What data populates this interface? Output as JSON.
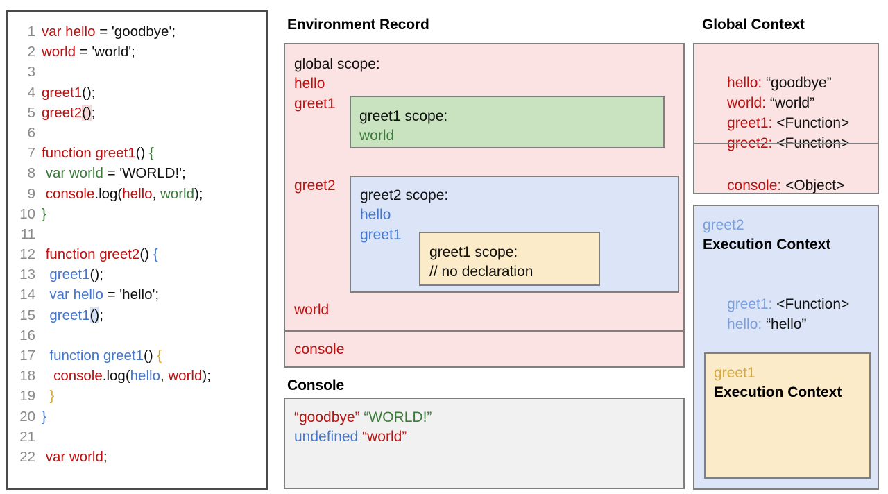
{
  "code_panel": {
    "lines": [
      {
        "n": "1",
        "tokens": [
          {
            "t": "var hello",
            "c": "red"
          },
          {
            "t": " = ",
            "c": "black"
          },
          {
            "t": "'goodbye';",
            "c": "black"
          }
        ]
      },
      {
        "n": "2",
        "tokens": [
          {
            "t": "world",
            "c": "red"
          },
          {
            "t": " = 'world';",
            "c": "black"
          }
        ]
      },
      {
        "n": "3",
        "tokens": []
      },
      {
        "n": "4",
        "tokens": [
          {
            "t": "greet1",
            "c": "red"
          },
          {
            "t": "();",
            "c": "black"
          }
        ]
      },
      {
        "n": "5",
        "tokens": [
          {
            "t": "greet2",
            "c": "red"
          },
          {
            "t": "()",
            "c": "black",
            "hl": "red"
          },
          {
            "t": ";",
            "c": "black"
          }
        ]
      },
      {
        "n": "6",
        "tokens": []
      },
      {
        "n": "7",
        "tokens": [
          {
            "t": "function greet1",
            "c": "red"
          },
          {
            "t": "() ",
            "c": "black"
          },
          {
            "t": "{",
            "c": "green"
          }
        ]
      },
      {
        "n": "8",
        "tokens": [
          {
            "t": " ",
            "c": "black"
          },
          {
            "t": "var world",
            "c": "green"
          },
          {
            "t": " = 'WORLD!';",
            "c": "black"
          }
        ]
      },
      {
        "n": "9",
        "tokens": [
          {
            "t": " ",
            "c": "black"
          },
          {
            "t": "console",
            "c": "red"
          },
          {
            "t": ".log(",
            "c": "black"
          },
          {
            "t": "hello",
            "c": "red"
          },
          {
            "t": ", ",
            "c": "black"
          },
          {
            "t": "world",
            "c": "green"
          },
          {
            "t": ");",
            "c": "black"
          }
        ]
      },
      {
        "n": "10",
        "tokens": [
          {
            "t": "}",
            "c": "green"
          }
        ]
      },
      {
        "n": "11",
        "tokens": []
      },
      {
        "n": "12",
        "tokens": [
          {
            "t": " ",
            "c": "black"
          },
          {
            "t": "function greet2",
            "c": "red"
          },
          {
            "t": "() ",
            "c": "black"
          },
          {
            "t": "{",
            "c": "blue"
          }
        ]
      },
      {
        "n": "13",
        "tokens": [
          {
            "t": "  ",
            "c": "black"
          },
          {
            "t": "greet1",
            "c": "blue"
          },
          {
            "t": "();",
            "c": "black"
          }
        ]
      },
      {
        "n": "14",
        "tokens": [
          {
            "t": "  ",
            "c": "black"
          },
          {
            "t": "var hello",
            "c": "blue"
          },
          {
            "t": " = 'hello';",
            "c": "black"
          }
        ]
      },
      {
        "n": "15",
        "tokens": [
          {
            "t": "  ",
            "c": "black"
          },
          {
            "t": "greet1",
            "c": "blue"
          },
          {
            "t": "()",
            "c": "black",
            "hl": "blue"
          },
          {
            "t": ";",
            "c": "black"
          }
        ]
      },
      {
        "n": "16",
        "tokens": []
      },
      {
        "n": "17",
        "tokens": [
          {
            "t": "  ",
            "c": "black"
          },
          {
            "t": "function greet1",
            "c": "blue"
          },
          {
            "t": "() ",
            "c": "black"
          },
          {
            "t": "{",
            "c": "gold"
          }
        ]
      },
      {
        "n": "18",
        "tokens": [
          {
            "t": "   ",
            "c": "black"
          },
          {
            "t": "console",
            "c": "red"
          },
          {
            "t": ".log(",
            "c": "black"
          },
          {
            "t": "hello",
            "c": "blue"
          },
          {
            "t": ", ",
            "c": "black"
          },
          {
            "t": "world",
            "c": "red"
          },
          {
            "t": ");",
            "c": "black"
          }
        ]
      },
      {
        "n": "19",
        "tokens": [
          {
            "t": "  ",
            "c": "black"
          },
          {
            "t": "}",
            "c": "gold"
          }
        ]
      },
      {
        "n": "20",
        "tokens": [
          {
            "t": "}",
            "c": "blue"
          }
        ]
      },
      {
        "n": "21",
        "tokens": []
      },
      {
        "n": "22",
        "tokens": [
          {
            "t": " ",
            "c": "black"
          },
          {
            "t": "var world",
            "c": "red"
          },
          {
            "t": ";",
            "c": "black"
          }
        ]
      }
    ]
  },
  "environment_record": {
    "title": "Environment Record",
    "global_scope_label": "global scope:",
    "global_bindings": [
      "hello",
      "greet1",
      "greet2",
      "world"
    ],
    "console_binding": "console",
    "greet1_scope": {
      "label": "greet1 scope:",
      "bindings": [
        "world"
      ]
    },
    "greet2_scope": {
      "label": "greet2 scope:",
      "bindings": [
        "hello",
        "greet1"
      ],
      "greet1_scope": {
        "label": "greet1 scope:",
        "note": "// no declaration"
      }
    }
  },
  "console_panel": {
    "title": "Console",
    "lines": [
      [
        {
          "t": "“goodbye”",
          "c": "red"
        },
        {
          "t": " ",
          "c": "black"
        },
        {
          "t": "“WORLD!”",
          "c": "green"
        }
      ],
      [
        {
          "t": "undefined",
          "c": "blue"
        },
        {
          "t": " ",
          "c": "black"
        },
        {
          "t": "“world”",
          "c": "red"
        }
      ]
    ]
  },
  "global_context": {
    "title": "Global Context",
    "rows": [
      {
        "key": "hello: ",
        "value": "“goodbye”"
      },
      {
        "key": "world: ",
        "value": "“world”"
      },
      {
        "key": "greet1: ",
        "value": "<Function>"
      },
      {
        "key": "greet2: ",
        "value": "<Function>"
      }
    ],
    "console_row": {
      "key": "console: ",
      "value": "<Object>"
    }
  },
  "greet2_execution_context": {
    "name": "greet2",
    "title": "Execution Context",
    "rows": [
      {
        "key": "greet1: ",
        "value": "<Function>"
      },
      {
        "key": "hello: ",
        "value": "“hello”"
      }
    ],
    "greet1_execution_context": {
      "name": "greet1",
      "title": "Execution Context"
    }
  },
  "colors": {
    "red": "#bb1111",
    "green": "#3c7a3c",
    "blue": "#4477cc",
    "gold": "#d6a73b",
    "pink_panel": "#fbe3e3",
    "green_panel": "#c9e3c1",
    "blue_panel": "#dbe5f7",
    "yellow_panel": "#fbebc8",
    "console_panel": "#f1f1f1",
    "border": "#7f7f7f"
  }
}
